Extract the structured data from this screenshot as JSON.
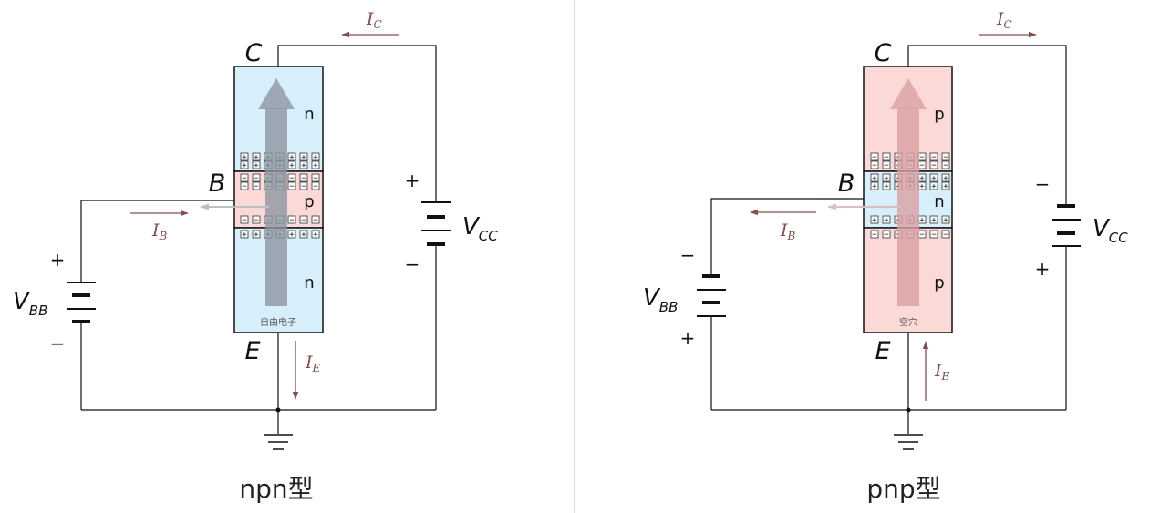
{
  "colors": {
    "n_region": "#d7eefb",
    "p_region": "#fbd9d7",
    "current": "#8a4a4a",
    "wire": "#111111",
    "arrow_npn": "#8c96a0",
    "arrow_pnp": "#d9a0a3",
    "divider": "#bbbbbb"
  },
  "npn": {
    "title": "npn型",
    "collector": "C",
    "base": "B",
    "emitter": "E",
    "regions": {
      "top": "n",
      "middle": "p",
      "bottom": "n"
    },
    "carrier": "自由电子",
    "vbb": {
      "v": "V",
      "sub": "BB",
      "top_sign": "+",
      "bottom_sign": "−"
    },
    "vcc": {
      "v": "V",
      "sub": "CC",
      "top_sign": "+",
      "bottom_sign": "−"
    },
    "ic": {
      "i": "I",
      "sub": "C"
    },
    "ib": {
      "i": "I",
      "sub": "B"
    },
    "ie": {
      "i": "I",
      "sub": "E"
    }
  },
  "pnp": {
    "title": "pnp型",
    "collector": "C",
    "base": "B",
    "emitter": "E",
    "regions": {
      "top": "p",
      "middle": "n",
      "bottom": "p"
    },
    "carrier": "空穴",
    "vbb": {
      "v": "V",
      "sub": "BB",
      "top_sign": "−",
      "bottom_sign": "+"
    },
    "vcc": {
      "v": "V",
      "sub": "CC",
      "top_sign": "−",
      "bottom_sign": "+"
    },
    "ic": {
      "i": "I",
      "sub": "C"
    },
    "ib": {
      "i": "I",
      "sub": "B"
    },
    "ie": {
      "i": "I",
      "sub": "E"
    }
  }
}
